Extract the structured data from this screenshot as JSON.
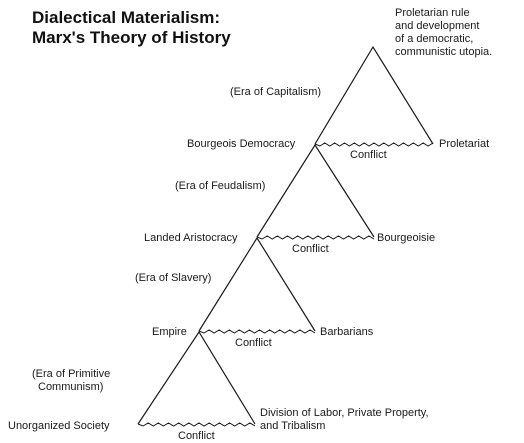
{
  "title": {
    "line1": "Dialectical Materialism:",
    "line2": "Marx's Theory of History"
  },
  "stages": [
    {
      "thesis": "Unorganized Society",
      "antithesis": [
        "Division of Labor, Private Property,",
        "and Tribalism"
      ],
      "conflict": "Conflict",
      "era": [
        "(Era of Primitive",
        "Communism)"
      ]
    },
    {
      "thesis": "Empire",
      "antithesis": [
        "Barbarians"
      ],
      "conflict": "Conflict",
      "era": [
        "(Era of Slavery)"
      ]
    },
    {
      "thesis": "Landed Aristocracy",
      "antithesis": [
        "Bourgeoisie"
      ],
      "conflict": "Conflict",
      "era": [
        "(Era of Feudalism)"
      ]
    },
    {
      "thesis": "Bourgeois Democracy",
      "antithesis": [
        "Proletariat"
      ],
      "conflict": "Conflict",
      "era": [
        "(Era of Capitalism)"
      ]
    }
  ],
  "synthesis": [
    "Proletarian rule",
    "and development",
    "of a democratic,",
    "communistic utopia."
  ],
  "colors": {
    "ink": "#1a1a1a",
    "background": "#ffffff"
  }
}
